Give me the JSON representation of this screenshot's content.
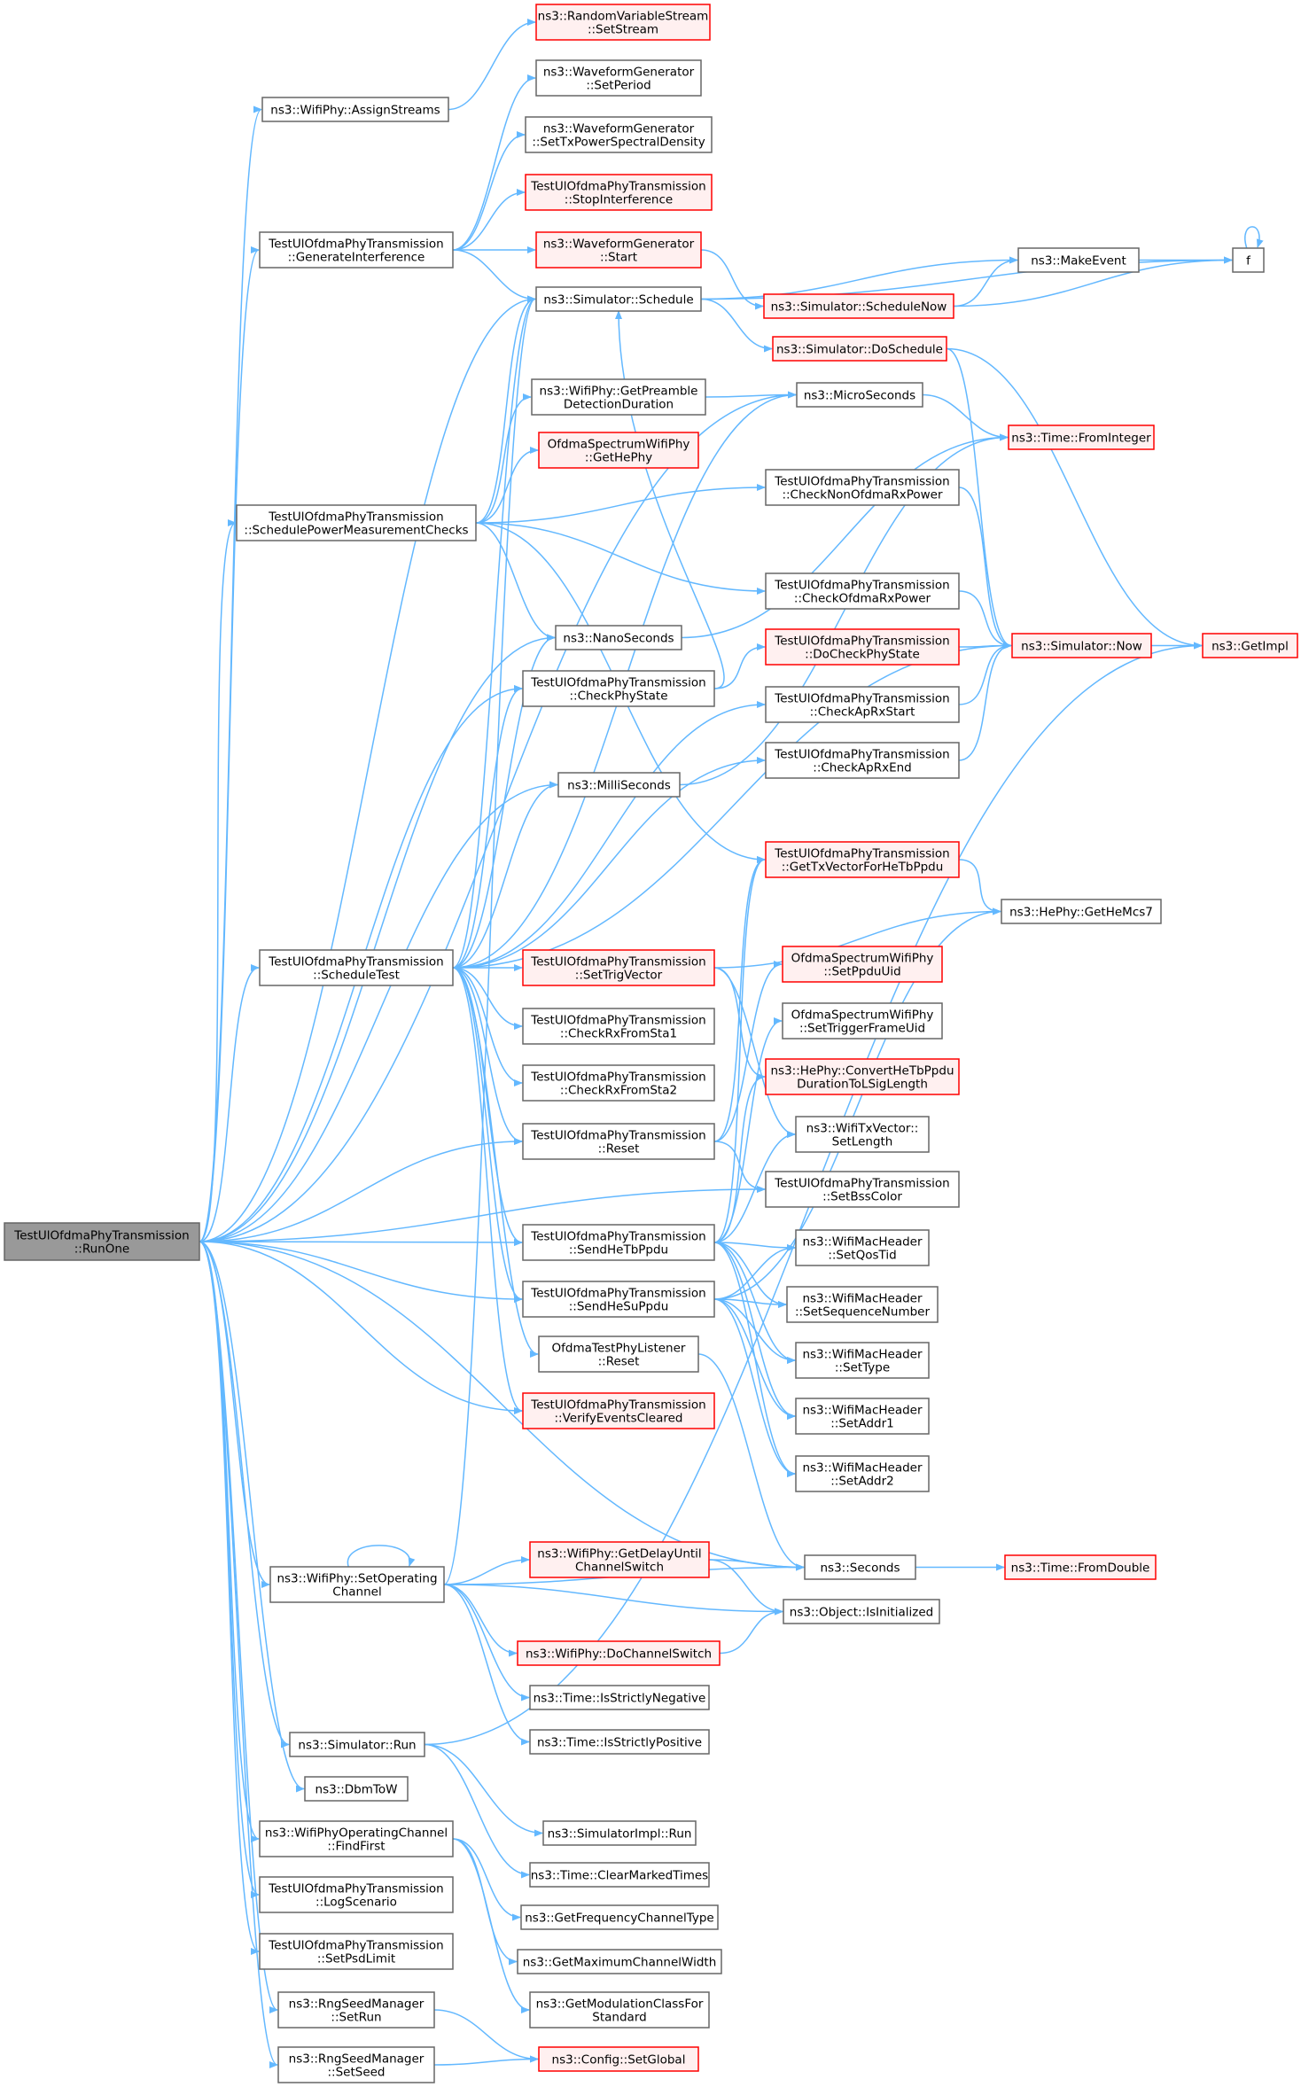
{
  "colors": {
    "edge": "#63b8ff",
    "root_fill": "#999999",
    "normal_border": "#666666",
    "normal_fill": "#ffffff",
    "truncated_border": "#ff0000",
    "truncated_fill": "#fff0f0"
  },
  "nodes": [
    {
      "id": "runone",
      "lines": [
        "TestUlOfdmaPhyTransmission",
        "::RunOne"
      ],
      "kind": "root"
    },
    {
      "id": "assignstreams",
      "lines": [
        "ns3::WifiPhy::AssignStreams"
      ],
      "kind": "normal"
    },
    {
      "id": "randstream",
      "lines": [
        "ns3::RandomVariableStream",
        "::SetStream"
      ],
      "kind": "truncated"
    },
    {
      "id": "wg_setperiod",
      "lines": [
        "ns3::WaveformGenerator",
        "::SetPeriod"
      ],
      "kind": "normal"
    },
    {
      "id": "wg_settxpsd",
      "lines": [
        "ns3::WaveformGenerator",
        "::SetTxPowerSpectralDensity"
      ],
      "kind": "normal"
    },
    {
      "id": "geninterf",
      "lines": [
        "TestUlOfdmaPhyTransmission",
        "::GenerateInterference"
      ],
      "kind": "normal"
    },
    {
      "id": "stopinterf",
      "lines": [
        "TestUlOfdmaPhyTransmission",
        "::StopInterference"
      ],
      "kind": "truncated"
    },
    {
      "id": "wg_start",
      "lines": [
        "ns3::WaveformGenerator",
        "::Start"
      ],
      "kind": "truncated"
    },
    {
      "id": "makeevent",
      "lines": [
        "ns3::MakeEvent"
      ],
      "kind": "normal"
    },
    {
      "id": "f",
      "lines": [
        "f"
      ],
      "kind": "normal"
    },
    {
      "id": "sim_schedule",
      "lines": [
        "ns3::Simulator::Schedule"
      ],
      "kind": "normal"
    },
    {
      "id": "sim_schedulenow",
      "lines": [
        "ns3::Simulator::ScheduleNow"
      ],
      "kind": "truncated"
    },
    {
      "id": "sim_doschedule",
      "lines": [
        "ns3::Simulator::DoSchedule"
      ],
      "kind": "truncated"
    },
    {
      "id": "getpreamble",
      "lines": [
        "ns3::WifiPhy::GetPreamble",
        "DetectionDuration"
      ],
      "kind": "normal"
    },
    {
      "id": "microseconds",
      "lines": [
        "ns3::MicroSeconds"
      ],
      "kind": "normal"
    },
    {
      "id": "gethephy",
      "lines": [
        "OfdmaSpectrumWifiPhy",
        "::GetHePhy"
      ],
      "kind": "truncated"
    },
    {
      "id": "time_frominteger",
      "lines": [
        "ns3::Time::FromInteger"
      ],
      "kind": "truncated"
    },
    {
      "id": "checknonofdma",
      "lines": [
        "TestUlOfdmaPhyTransmission",
        "::CheckNonOfdmaRxPower"
      ],
      "kind": "normal"
    },
    {
      "id": "schedpower",
      "lines": [
        "TestUlOfdmaPhyTransmission",
        "::SchedulePowerMeasurementChecks"
      ],
      "kind": "normal"
    },
    {
      "id": "checkofdma",
      "lines": [
        "TestUlOfdmaPhyTransmission",
        "::CheckOfdmaRxPower"
      ],
      "kind": "normal"
    },
    {
      "id": "nanoseconds",
      "lines": [
        "ns3::NanoSeconds"
      ],
      "kind": "normal"
    },
    {
      "id": "getimpl",
      "lines": [
        "ns3::GetImpl"
      ],
      "kind": "truncated"
    },
    {
      "id": "sim_now",
      "lines": [
        "ns3::Simulator::Now"
      ],
      "kind": "truncated"
    },
    {
      "id": "docheckphystate",
      "lines": [
        "TestUlOfdmaPhyTransmission",
        "::DoCheckPhyState"
      ],
      "kind": "truncated"
    },
    {
      "id": "checkphystate",
      "lines": [
        "TestUlOfdmaPhyTransmission",
        "::CheckPhyState"
      ],
      "kind": "normal"
    },
    {
      "id": "checkaprxstart",
      "lines": [
        "TestUlOfdmaPhyTransmission",
        "::CheckApRxStart"
      ],
      "kind": "normal"
    },
    {
      "id": "milliseconds",
      "lines": [
        "ns3::MilliSeconds"
      ],
      "kind": "normal"
    },
    {
      "id": "checkaprxend",
      "lines": [
        "TestUlOfdmaPhyTransmission",
        "::CheckApRxEnd"
      ],
      "kind": "normal"
    },
    {
      "id": "gettxvector",
      "lines": [
        "TestUlOfdmaPhyTransmission",
        "::GetTxVectorForHeTbPpdu"
      ],
      "kind": "truncated"
    },
    {
      "id": "gethemcs7",
      "lines": [
        "ns3::HePhy::GetHeMcs7"
      ],
      "kind": "normal"
    },
    {
      "id": "scheduletest",
      "lines": [
        "TestUlOfdmaPhyTransmission",
        "::ScheduleTest"
      ],
      "kind": "normal"
    },
    {
      "id": "settrigvector",
      "lines": [
        "TestUlOfdmaPhyTransmission",
        "::SetTrigVector"
      ],
      "kind": "truncated"
    },
    {
      "id": "setppduuid",
      "lines": [
        "OfdmaSpectrumWifiPhy",
        "::SetPpduUid"
      ],
      "kind": "truncated"
    },
    {
      "id": "checkrxsta1",
      "lines": [
        "TestUlOfdmaPhyTransmission",
        "::CheckRxFromSta1"
      ],
      "kind": "normal"
    },
    {
      "id": "settriggerframe",
      "lines": [
        "OfdmaSpectrumWifiPhy",
        "::SetTriggerFrameUid"
      ],
      "kind": "normal"
    },
    {
      "id": "checkrxsta2",
      "lines": [
        "TestUlOfdmaPhyTransmission",
        "::CheckRxFromSta2"
      ],
      "kind": "normal"
    },
    {
      "id": "convertheb",
      "lines": [
        "ns3::HePhy::ConvertHeTbPpdu",
        "DurationToLSigLength"
      ],
      "kind": "truncated"
    },
    {
      "id": "reset",
      "lines": [
        "TestUlOfdmaPhyTransmission",
        "::Reset"
      ],
      "kind": "normal"
    },
    {
      "id": "setlength",
      "lines": [
        "ns3::WifiTxVector::",
        "SetLength"
      ],
      "kind": "normal"
    },
    {
      "id": "setbsscolor",
      "lines": [
        "TestUlOfdmaPhyTransmission",
        "::SetBssColor"
      ],
      "kind": "normal"
    },
    {
      "id": "sendhetb",
      "lines": [
        "TestUlOfdmaPhyTransmission",
        "::SendHeTbPpdu"
      ],
      "kind": "normal"
    },
    {
      "id": "setqostid",
      "lines": [
        "ns3::WifiMacHeader",
        "::SetQosTid"
      ],
      "kind": "normal"
    },
    {
      "id": "sendhesu",
      "lines": [
        "TestUlOfdmaPhyTransmission",
        "::SendHeSuPpdu"
      ],
      "kind": "normal"
    },
    {
      "id": "setseqnum",
      "lines": [
        "ns3::WifiMacHeader",
        "::SetSequenceNumber"
      ],
      "kind": "normal"
    },
    {
      "id": "listenerreset",
      "lines": [
        "OfdmaTestPhyListener",
        "::Reset"
      ],
      "kind": "normal"
    },
    {
      "id": "settype",
      "lines": [
        "ns3::WifiMacHeader",
        "::SetType"
      ],
      "kind": "normal"
    },
    {
      "id": "verifyevents",
      "lines": [
        "TestUlOfdmaPhyTransmission",
        "::VerifyEventsCleared"
      ],
      "kind": "truncated"
    },
    {
      "id": "setaddr1",
      "lines": [
        "ns3::WifiMacHeader",
        "::SetAddr1"
      ],
      "kind": "normal"
    },
    {
      "id": "setaddr2",
      "lines": [
        "ns3::WifiMacHeader",
        "::SetAddr2"
      ],
      "kind": "normal"
    },
    {
      "id": "getdelay",
      "lines": [
        "ns3::WifiPhy::GetDelayUntil",
        "ChannelSwitch"
      ],
      "kind": "truncated"
    },
    {
      "id": "seconds",
      "lines": [
        "ns3::Seconds"
      ],
      "kind": "normal"
    },
    {
      "id": "time_fromdouble",
      "lines": [
        "ns3::Time::FromDouble"
      ],
      "kind": "truncated"
    },
    {
      "id": "setopchannel",
      "lines": [
        "ns3::WifiPhy::SetOperating",
        "Channel"
      ],
      "kind": "normal"
    },
    {
      "id": "isinitialized",
      "lines": [
        "ns3::Object::IsInitialized"
      ],
      "kind": "normal"
    },
    {
      "id": "dochannelswitch",
      "lines": [
        "ns3::WifiPhy::DoChannelSwitch"
      ],
      "kind": "truncated"
    },
    {
      "id": "isstrictneg",
      "lines": [
        "ns3::Time::IsStrictlyNegative"
      ],
      "kind": "normal"
    },
    {
      "id": "isstrictpos",
      "lines": [
        "ns3::Time::IsStrictlyPositive"
      ],
      "kind": "normal"
    },
    {
      "id": "sim_run",
      "lines": [
        "ns3::Simulator::Run"
      ],
      "kind": "normal"
    },
    {
      "id": "dbmtow",
      "lines": [
        "ns3::DbmToW"
      ],
      "kind": "normal"
    },
    {
      "id": "simimpl_run",
      "lines": [
        "ns3::SimulatorImpl::Run"
      ],
      "kind": "normal"
    },
    {
      "id": "findfirst",
      "lines": [
        "ns3::WifiPhyOperatingChannel",
        "::FindFirst"
      ],
      "kind": "normal"
    },
    {
      "id": "clearmarked",
      "lines": [
        "ns3::Time::ClearMarkedTimes"
      ],
      "kind": "normal"
    },
    {
      "id": "logscenario",
      "lines": [
        "TestUlOfdmaPhyTransmission",
        "::LogScenario"
      ],
      "kind": "normal"
    },
    {
      "id": "getfreqchtype",
      "lines": [
        "ns3::GetFrequencyChannelType"
      ],
      "kind": "normal"
    },
    {
      "id": "setpsdlimit",
      "lines": [
        "TestUlOfdmaPhyTransmission",
        "::SetPsdLimit"
      ],
      "kind": "normal"
    },
    {
      "id": "getmaxchwidth",
      "lines": [
        "ns3::GetMaximumChannelWidth"
      ],
      "kind": "normal"
    },
    {
      "id": "getmodclass",
      "lines": [
        "ns3::GetModulationClassFor",
        "Standard"
      ],
      "kind": "normal"
    },
    {
      "id": "setrun",
      "lines": [
        "ns3::RngSeedManager",
        "::SetRun"
      ],
      "kind": "normal"
    },
    {
      "id": "setglobal",
      "lines": [
        "ns3::Config::SetGlobal"
      ],
      "kind": "truncated"
    },
    {
      "id": "setseed",
      "lines": [
        "ns3::RngSeedManager",
        "::SetSeed"
      ],
      "kind": "normal"
    }
  ]
}
